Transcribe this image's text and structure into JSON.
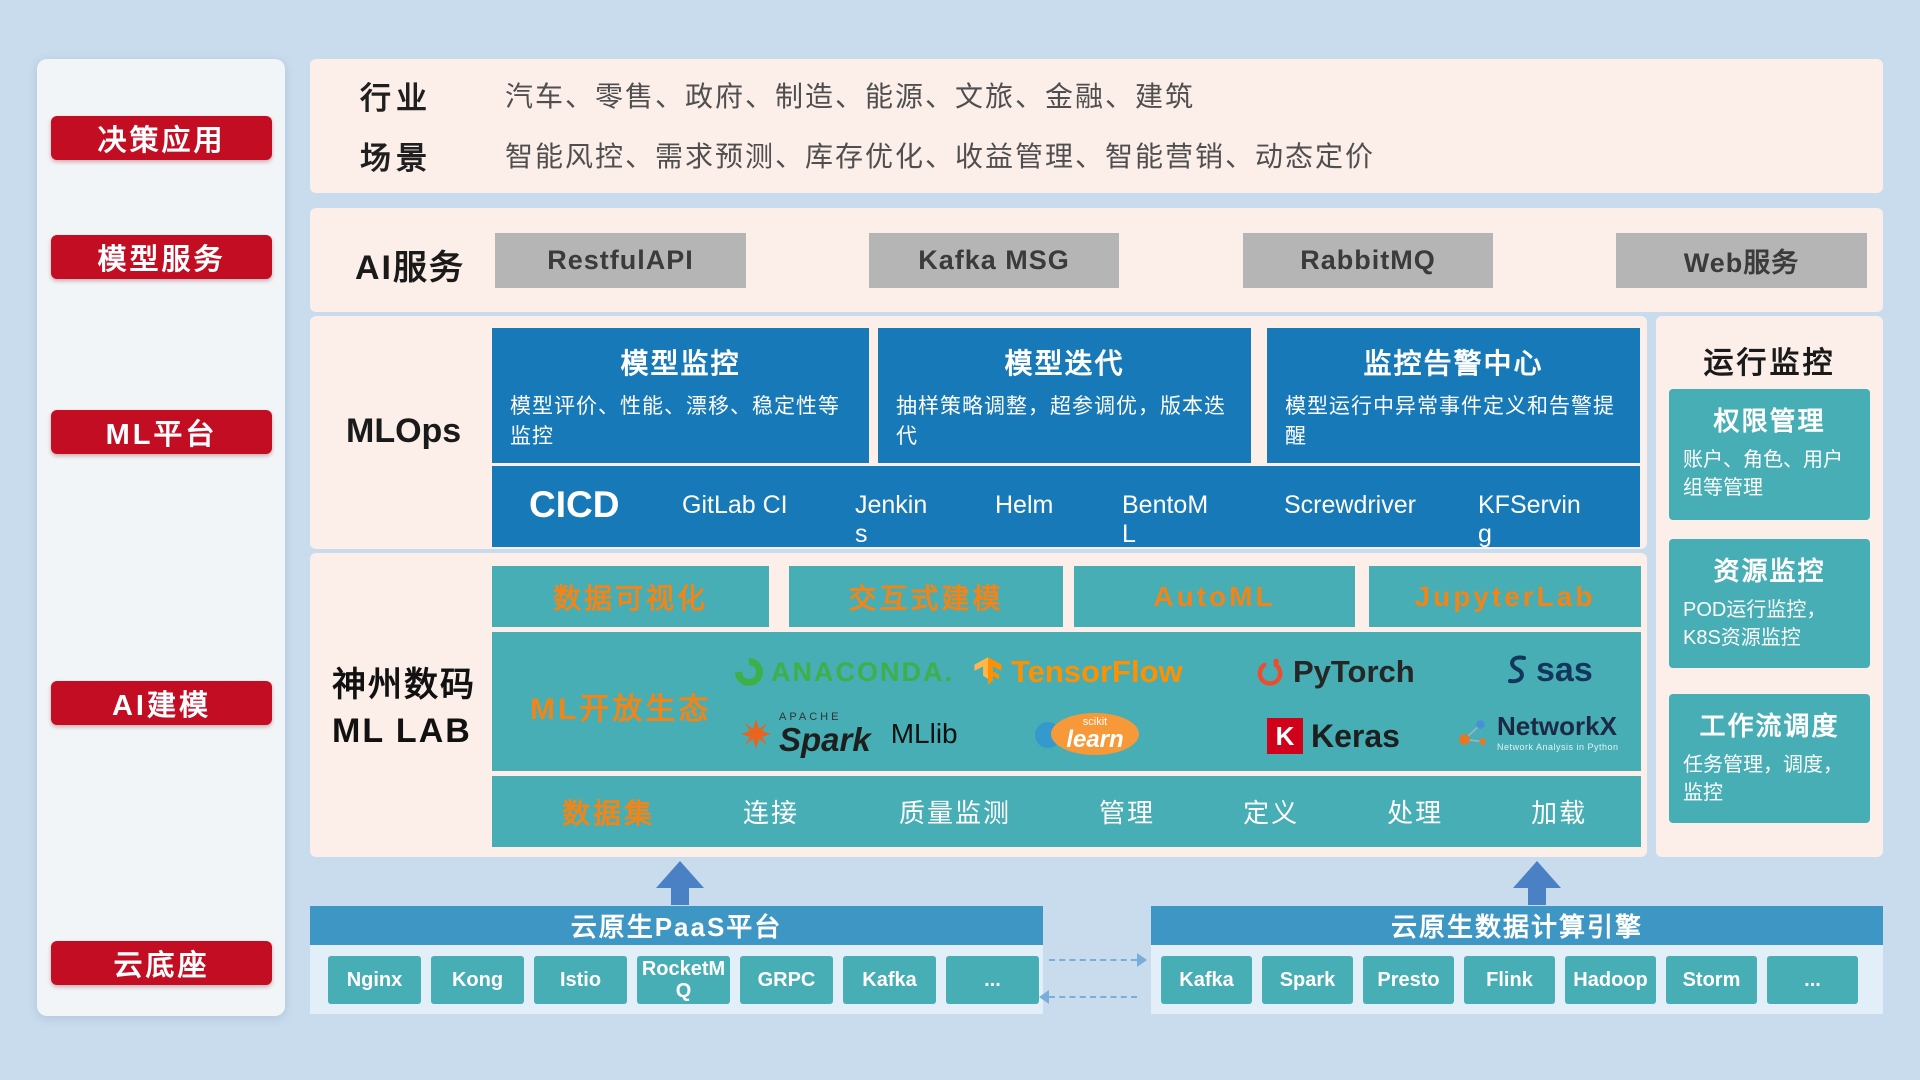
{
  "sidebar": {
    "items": [
      {
        "label": "决策应用"
      },
      {
        "label": "模型服务"
      },
      {
        "label": "ML平台"
      },
      {
        "label": "AI建模"
      },
      {
        "label": "云底座"
      }
    ]
  },
  "industry": {
    "rows": [
      {
        "label": "行业",
        "text": "汽车、零售、政府、制造、能源、文旅、金融、建筑"
      },
      {
        "label": "场景",
        "text": "智能风控、需求预测、库存优化、收益管理、智能营销、动态定价"
      }
    ]
  },
  "ai_service": {
    "label": "AI服务",
    "buttons": [
      "RestfulAPI",
      "Kafka MSG",
      "RabbitMQ",
      "Web服务"
    ]
  },
  "mlops": {
    "label": "MLOps",
    "cards": [
      {
        "title": "模型监控",
        "desc": "模型评价、性能、漂移、稳定性等监控"
      },
      {
        "title": "模型迭代",
        "desc": "抽样策略调整，超参调优，版本迭代"
      },
      {
        "title": "监控告警中心",
        "desc": "模型运行中异常事件定义和告警提醒"
      }
    ],
    "cicd_label": "CICD",
    "cicd_tools": [
      "GitLab CI",
      "Jenkins",
      "Helm",
      "BentoML",
      "Screwdriver",
      "KFServing"
    ]
  },
  "monitoring": {
    "title": "运行监控",
    "cards": [
      {
        "title": "权限管理",
        "desc": "账户、角色、用户组等管理"
      },
      {
        "title": "资源监控",
        "desc": "POD运行监控，K8S资源监控"
      },
      {
        "title": "工作流调度",
        "desc": "任务管理，调度，监控"
      }
    ]
  },
  "mllab": {
    "name_line1": "神州数码",
    "name_line2": "ML LAB",
    "tools": [
      "数据可视化",
      "交互式建模",
      "AutoML",
      "JupyterLab"
    ],
    "ecosystem_label": "ML开放生态",
    "logos": {
      "anaconda": "ANACONDA.",
      "tensorflow": "TensorFlow",
      "pytorch": "PyTorch",
      "sas": "sas",
      "apache": "APACHE",
      "spark": "Spark",
      "mllib": "MLlib",
      "scikit": "scikit",
      "learn": "learn",
      "keras_k": "K",
      "keras": "Keras",
      "networkx": "NetworkX",
      "networkx_sub": "Network Analysis in Python"
    },
    "dataset_label": "数据集",
    "dataset_items": [
      "连接",
      "质量监测",
      "管理",
      "定义",
      "处理",
      "加载"
    ]
  },
  "bottom": {
    "paas": {
      "title": "云原生PaaS平台",
      "items": [
        "Nginx",
        "Kong",
        "Istio",
        "RocketMQ",
        "GRPC",
        "Kafka",
        "..."
      ]
    },
    "engine": {
      "title": "云原生数据计算引擎",
      "items": [
        "Kafka",
        "Spark",
        "Presto",
        "Flink",
        "Hadoop",
        "Storm",
        "..."
      ]
    }
  },
  "colors": {
    "accent_red": "#c30d23",
    "panel_pink": "#fceee9",
    "deep_blue": "#1779b8",
    "teal": "#46aeb4",
    "orange": "#f08519",
    "bar_blue": "#3e96c4",
    "gray_button": "#b5b5b5",
    "arrow_blue": "#4a80c4"
  }
}
